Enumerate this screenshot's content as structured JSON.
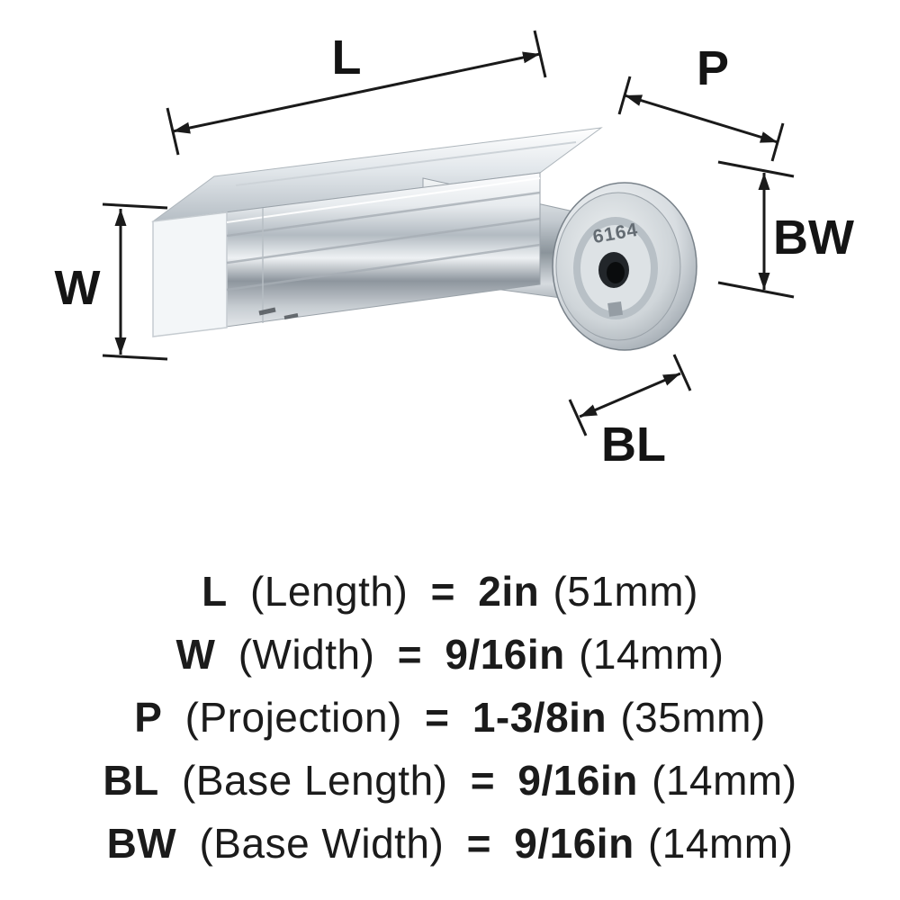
{
  "diagram": {
    "dim_labels": {
      "length": "L",
      "projection": "P",
      "width": "W",
      "base_width": "BW",
      "base_length": "BL"
    },
    "stamp": "6164"
  },
  "specs": [
    {
      "code": "L",
      "name": "(Length)",
      "eq": "=",
      "value": "2in",
      "metric": "(51mm)"
    },
    {
      "code": "W",
      "name": "(Width)",
      "eq": "=",
      "value": "9/16in",
      "metric": "(14mm)"
    },
    {
      "code": "P",
      "name": "(Projection)",
      "eq": "=",
      "value": "1-3/8in",
      "metric": "(35mm)"
    },
    {
      "code": "BL",
      "name": "(Base Length)",
      "eq": "=",
      "value": "9/16in",
      "metric": "(14mm)"
    },
    {
      "code": "BW",
      "name": "(Base Width)",
      "eq": "=",
      "value": "9/16in",
      "metric": "(14mm)"
    }
  ]
}
